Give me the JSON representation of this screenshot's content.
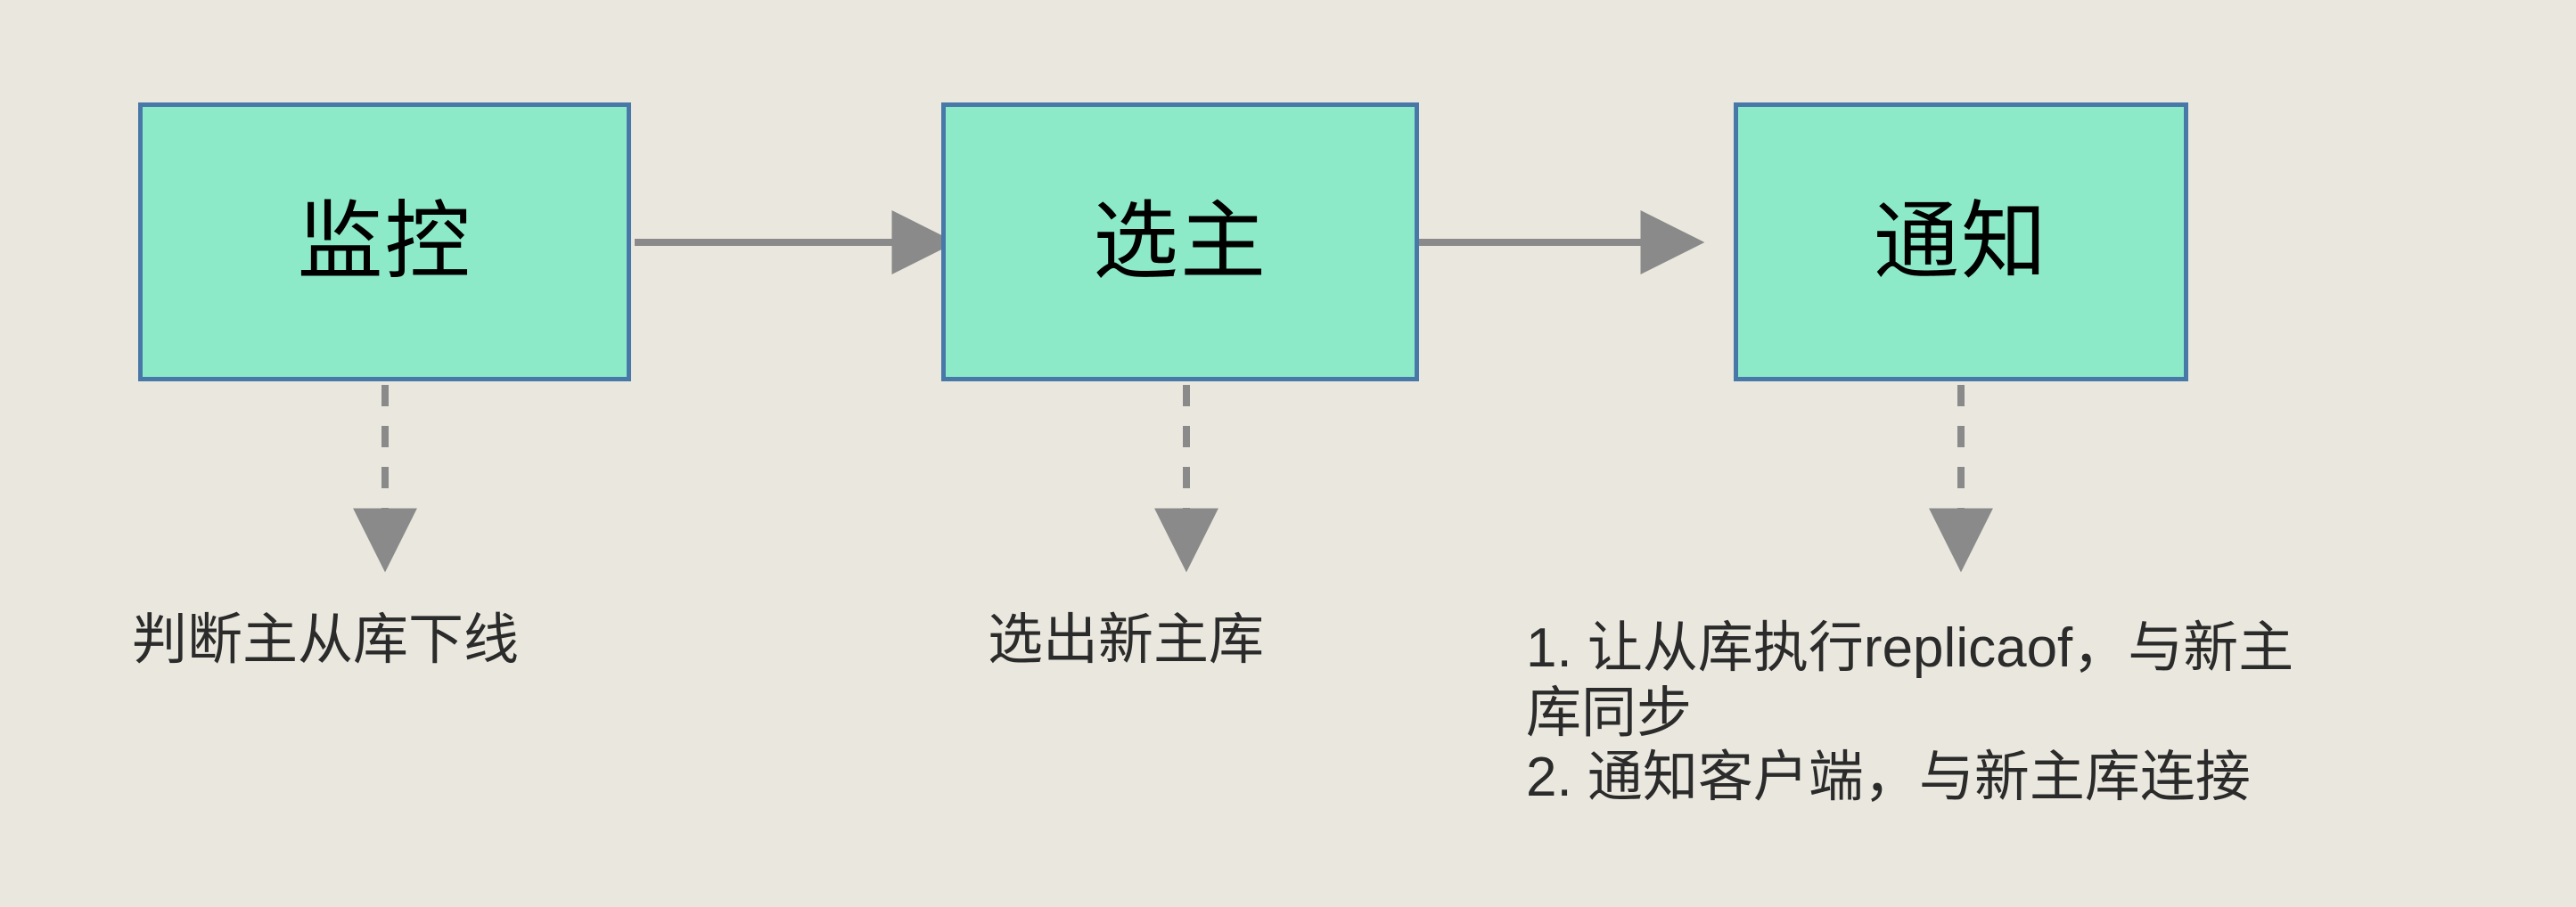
{
  "diagram": {
    "title": "Redis Sentinel failover flow",
    "background_color": "#eae8de",
    "box_fill_color": "#8ceac8",
    "box_border_color": "#4878a8",
    "arrow_color": "#8a8a8a",
    "text_color": "#2b2b2b",
    "stages": [
      {
        "id": "monitor",
        "label": "监控",
        "caption": "判断主从库下线"
      },
      {
        "id": "select-master",
        "label": "选主",
        "caption": "选出新主库"
      },
      {
        "id": "notify",
        "label": "通知",
        "caption_lines": [
          "1. 让从库执行replicaof，与新主",
          "库同步",
          "2. 通知客户端，与新主库连接"
        ],
        "caption": "1. 让从库执行replicaof，与新主\n库同步\n2. 通知客户端，与新主库连接"
      }
    ],
    "connectors": [
      {
        "id": "monitor-to-select",
        "type": "solid-arrow",
        "direction": "right"
      },
      {
        "id": "select-to-notify",
        "type": "solid-arrow",
        "direction": "right"
      },
      {
        "id": "monitor-to-caption",
        "type": "dashed-arrow",
        "direction": "down"
      },
      {
        "id": "select-to-caption",
        "type": "dashed-arrow",
        "direction": "down"
      },
      {
        "id": "notify-to-caption",
        "type": "dashed-arrow",
        "direction": "down"
      }
    ]
  }
}
